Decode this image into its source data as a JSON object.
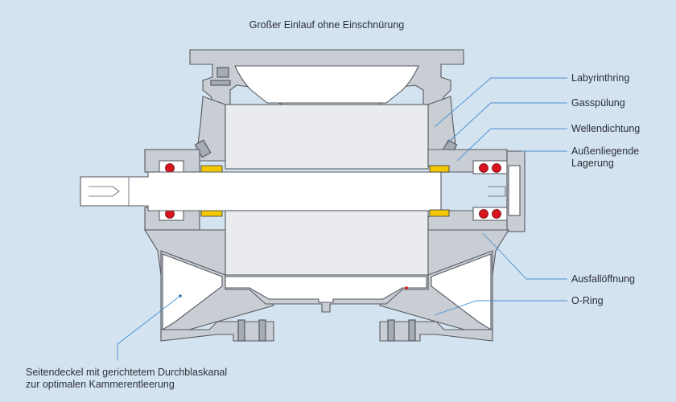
{
  "title": "Großer Einlauf ohne Einschnürung",
  "labels": {
    "labyrinthring": "Labyrinthring",
    "gasspuelung": "Gasspülung",
    "wellendichtung": "Wellendichtung",
    "lagerung_1": "Außenliegende",
    "lagerung_2": "Lagerung",
    "ausfalloeffnung": "Ausfallöffnung",
    "oring": "O-Ring",
    "seitendeckel_1": "Seitendeckel mit gerichtetem Durchblaskanal",
    "seitendeckel_2": "zur optimalen Kammerentleerung"
  },
  "colors": {
    "background": "#d4e3f0",
    "leader_line": "#4a8fd0",
    "metal": "#c9ced4",
    "bearing_ball": "#d8141e",
    "seal": "#f3c800"
  }
}
